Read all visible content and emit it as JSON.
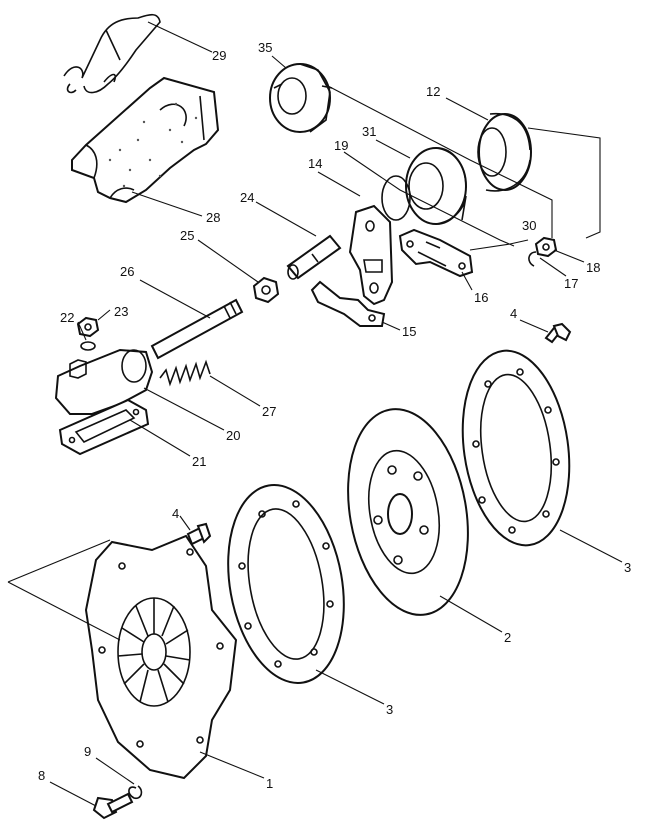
{
  "diagram": {
    "style": "exploded-view line drawing",
    "colors": {
      "ink": "#111111",
      "paper": "#ffffff"
    },
    "callouts": [
      {
        "id": "29",
        "label": "29"
      },
      {
        "id": "35",
        "label": "35"
      },
      {
        "id": "12",
        "label": "12"
      },
      {
        "id": "31",
        "label": "31"
      },
      {
        "id": "19",
        "label": "19"
      },
      {
        "id": "14",
        "label": "14"
      },
      {
        "id": "28",
        "label": "28"
      },
      {
        "id": "24",
        "label": "24"
      },
      {
        "id": "30",
        "label": "30"
      },
      {
        "id": "18",
        "label": "18"
      },
      {
        "id": "17",
        "label": "17"
      },
      {
        "id": "25",
        "label": "25"
      },
      {
        "id": "26",
        "label": "26"
      },
      {
        "id": "16",
        "label": "16"
      },
      {
        "id": "23",
        "label": "23"
      },
      {
        "id": "22",
        "label": "22"
      },
      {
        "id": "15",
        "label": "15"
      },
      {
        "id": "4a",
        "label": "4"
      },
      {
        "id": "27",
        "label": "27"
      },
      {
        "id": "20",
        "label": "20"
      },
      {
        "id": "21",
        "label": "21"
      },
      {
        "id": "4b",
        "label": "4"
      },
      {
        "id": "3a",
        "label": "3"
      },
      {
        "id": "2",
        "label": "2"
      },
      {
        "id": "3b",
        "label": "3"
      },
      {
        "id": "1",
        "label": "1"
      },
      {
        "id": "9",
        "label": "9"
      },
      {
        "id": "8",
        "label": "8"
      }
    ]
  }
}
